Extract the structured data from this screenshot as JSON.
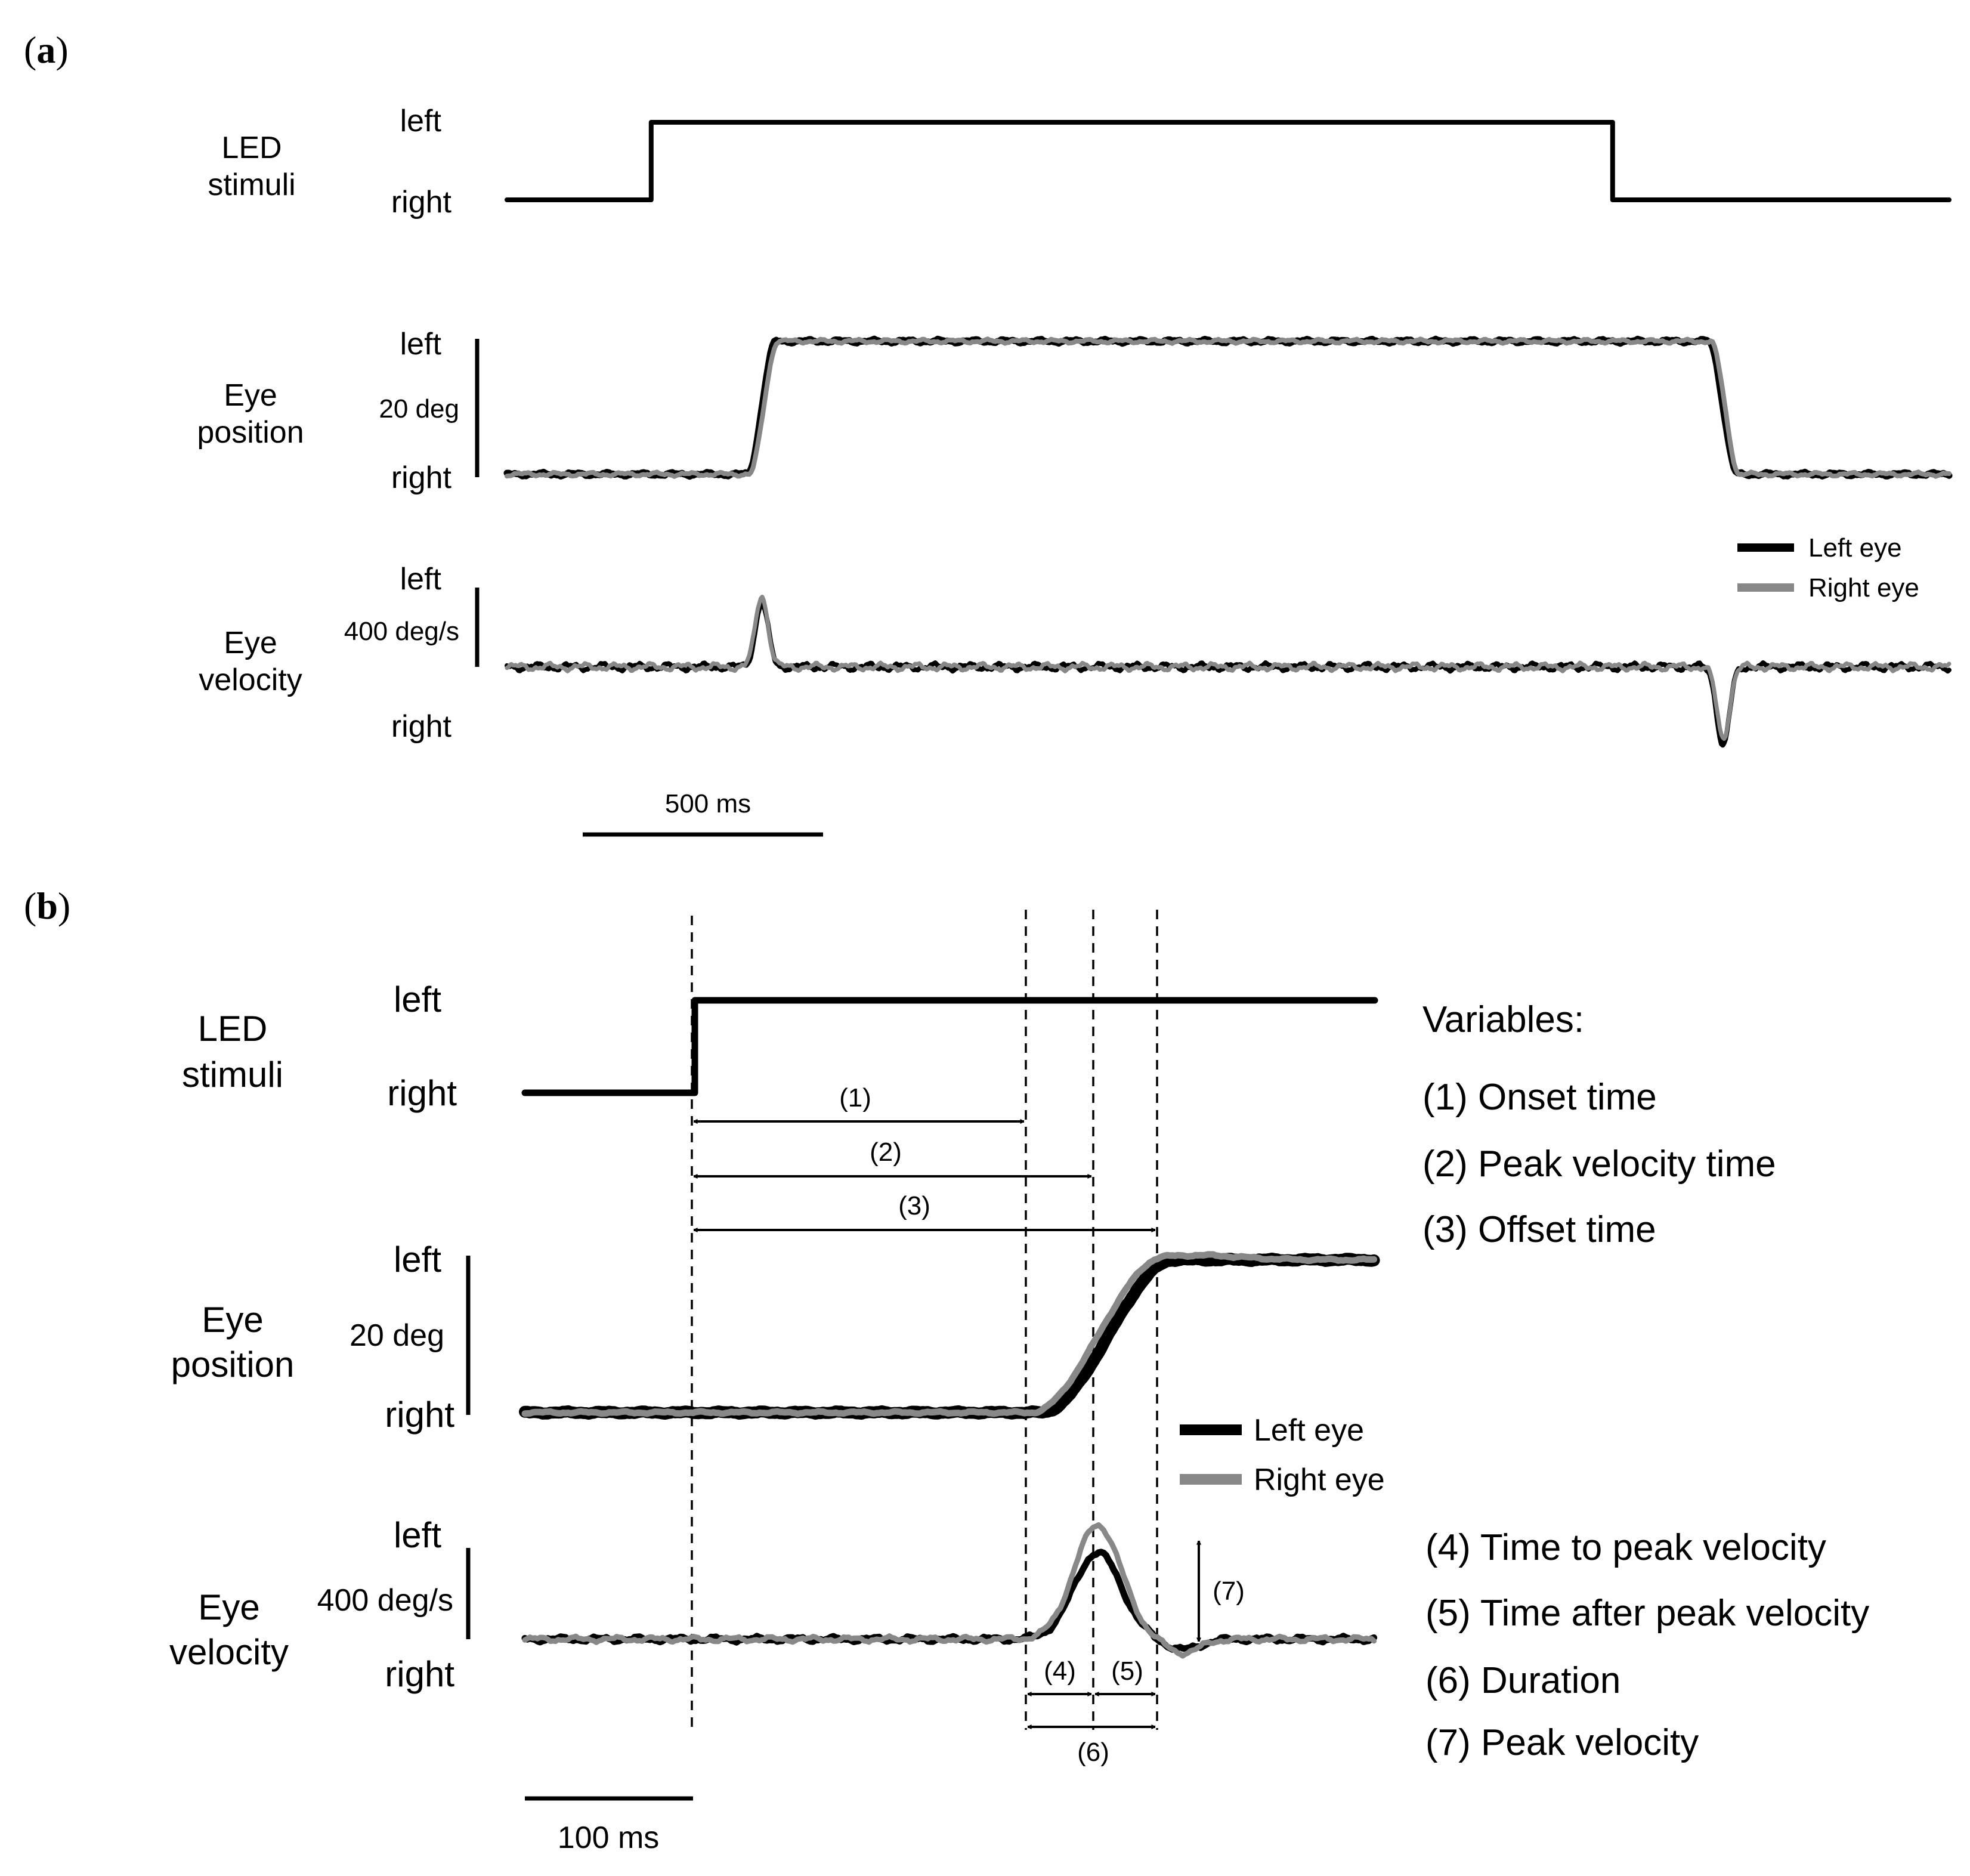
{
  "colors": {
    "left_eye": "#000000",
    "right_eye": "#888888",
    "stimulus": "#000000"
  },
  "panel_a": {
    "label_open": "(",
    "label_letter": "a",
    "label_close": ")",
    "rows": {
      "led": {
        "title_line1": "LED",
        "title_line2": "stimuli",
        "upper": "left",
        "lower": "right"
      },
      "position": {
        "title_line1": "Eye",
        "title_line2": "position",
        "upper": "left",
        "lower": "right",
        "scale": "20 deg"
      },
      "velocity": {
        "title_line1": "Eye",
        "title_line2": "velocity",
        "upper": "left",
        "lower": "right",
        "scale": "400 deg/s"
      }
    },
    "legend": [
      {
        "label": "Left eye"
      },
      {
        "label": "Right eye"
      }
    ],
    "timescale": "500 ms"
  },
  "panel_b": {
    "label_open": "(",
    "label_letter": "b",
    "label_close": ")",
    "rows": {
      "led": {
        "title_line1": "LED",
        "title_line2": "stimuli",
        "upper": "left",
        "lower": "right"
      },
      "position": {
        "title_line1": "Eye",
        "title_line2": "position",
        "upper": "left",
        "lower": "right",
        "scale": "20 deg"
      },
      "velocity": {
        "title_line1": "Eye",
        "title_line2": "velocity",
        "upper": "left",
        "lower": "right",
        "scale": "400 deg/s"
      }
    },
    "legend": [
      {
        "label": "Left eye"
      },
      {
        "label": "Right eye"
      }
    ],
    "timescale": "100 ms",
    "markers": [
      "(1)",
      "(2)",
      "(3)",
      "(4)",
      "(5)",
      "(6)",
      "(7)"
    ],
    "variables_title": "Variables:",
    "variables": [
      "(1) Onset time",
      "(2) Peak velocity time",
      "(3) Offset time",
      "(4) Time to peak velocity",
      "(5) Time after peak velocity",
      "(6) Duration",
      "(7) Peak velocity"
    ]
  },
  "chart_data": [
    {
      "type": "line",
      "panel": "a",
      "x_unit": "ms",
      "xlim": [
        0,
        3000
      ],
      "stimulus": {
        "start_side": "right",
        "to_left_ms": 300,
        "to_right_ms": 2300,
        "end_ms": 3000
      },
      "eye_position": {
        "unit": "deg",
        "rightward_baseline": 0,
        "leftward_level": 20,
        "saccade_to_left_ms": [
          500,
          560
        ],
        "saccade_to_right_ms": [
          2500,
          2560
        ],
        "series": [
          {
            "name": "Left eye"
          },
          {
            "name": "Right eye"
          }
        ]
      },
      "eye_velocity": {
        "unit": "deg/s",
        "peaks": [
          {
            "time_ms": 530,
            "left_eye": 320,
            "right_eye": 360
          },
          {
            "time_ms": 2530,
            "left_eye": -400,
            "right_eye": -360
          }
        ],
        "series": [
          {
            "name": "Left eye"
          },
          {
            "name": "Right eye"
          }
        ]
      },
      "scale_bars": {
        "time_ms": 500,
        "position_deg": 20,
        "velocity_deg_s": 400
      }
    },
    {
      "type": "line",
      "panel": "b",
      "x_unit": "ms",
      "xlim": [
        0,
        500
      ],
      "stimulus": {
        "start_side": "right",
        "to_left_ms": 100,
        "end_ms": 500
      },
      "eye_position": {
        "unit": "deg",
        "rightward_baseline": 0,
        "leftward_level": 20,
        "saccade_ms": [
          298,
          376
        ],
        "series": [
          {
            "name": "Left eye"
          },
          {
            "name": "Right eye"
          }
        ]
      },
      "eye_velocity": {
        "unit": "deg/s",
        "peak_time_ms": 337,
        "peak": {
          "left_eye": 380,
          "right_eye": 500
        },
        "series": [
          {
            "name": "Left eye"
          },
          {
            "name": "Right eye"
          }
        ]
      },
      "events_ms": {
        "stimulus_onset": 100,
        "saccade_onset": 298,
        "peak_velocity": 337,
        "saccade_offset": 376
      },
      "scale_bars": {
        "time_ms": 100,
        "position_deg": 20,
        "velocity_deg_s": 400
      }
    }
  ]
}
